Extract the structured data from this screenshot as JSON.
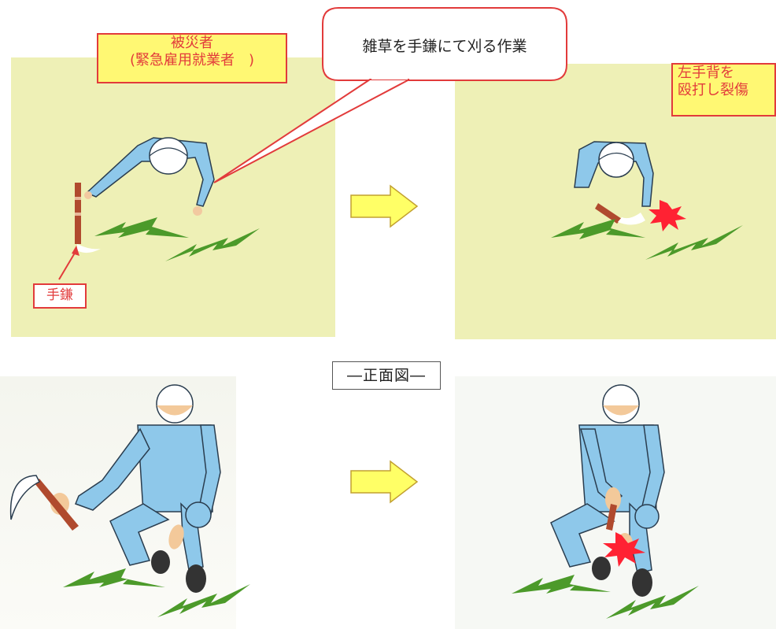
{
  "labels": {
    "victim_line1": "被災者",
    "victim_line2": "(緊急雇用就業者　)",
    "speech": "雑草を手鎌にて刈る作業",
    "injury_line1": "左手背を",
    "injury_line2": "殴打し裂傷",
    "tool": "手鎌",
    "front_view": "―正面図―"
  },
  "colors": {
    "panel_bg": "#eef0b6",
    "worker_suit": "#8ec8ea",
    "grass": "#4c9a2a",
    "arrow_fill": "#ffff66",
    "label_border": "#e23b3b",
    "injury_burst": "#ff2233"
  }
}
